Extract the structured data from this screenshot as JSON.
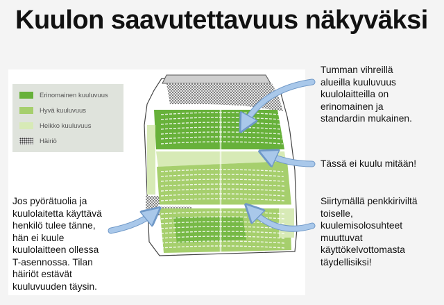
{
  "title": "Kuulon saavutettavuus näkyväksi",
  "legend": {
    "items": [
      {
        "label": "Erinomainen kuuluvuus",
        "swatch": "dark",
        "color": "#67b13a"
      },
      {
        "label": "Hyvä kuuluvuus",
        "swatch": "mid",
        "color": "#a6cf6d"
      },
      {
        "label": "Heikko kuuluvuus",
        "swatch": "light",
        "color": "#d7eab6"
      },
      {
        "label": "Häiriö",
        "swatch": "noise",
        "color": "#333333"
      }
    ]
  },
  "annotations": {
    "top_right": "Tumman vihreillä\nalueilla kuuluvuus\nkuulolaitteilla on\nerinomainen ja\nstandardin mukainen.",
    "middle_right": "Tässä ei kuulu mitään!",
    "bottom_right": "Siirtymällä penkkiriviltä\ntoiselle,\nkuulemisolosuhteet\nmuuttuvat\nkäyttökelvottomasta\ntäydellisiksi!",
    "bottom_left": "Jos pyörätuolia ja\nkuulolaitetta käyttävä\nhenkilö tulee tänne,\nhän ei kuule\nkuulolaitteen ollessa\nT-asennossa. Tilan\nhäiriöt estävät\nkuuluvuuden täysin."
  },
  "colors": {
    "excellent": "#67b13a",
    "good": "#a6cf6d",
    "weak": "#d7eab6",
    "arrow": "#a9c8ea",
    "arrow_outline": "#6f98c7"
  }
}
